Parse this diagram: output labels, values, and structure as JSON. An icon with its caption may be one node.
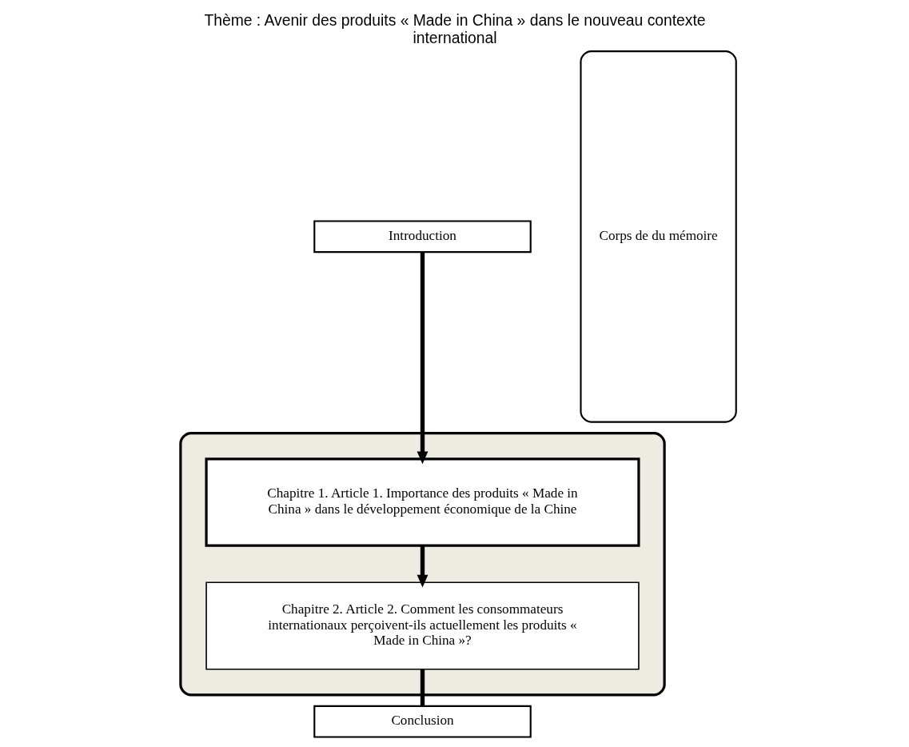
{
  "diagram": {
    "title": "Thème : Avenir des produits « Made in China » dans le nouveau contexte international",
    "nodes": [
      {
        "text": [
          "Introduction"
        ]
      },
      {
        "text": [],
        "shape": "box"
      },
      {
        "text": [
          "Chapitre 1. Article 1. Importance des produits « Made in China » dans le développement économique de la Chine"
        ],
        "in": 1
      },
      {
        "text": [
          "Chapitre 2. Article 2. Comment les consommateurs internationaux perçoivent-ils actuellement les produits « Made in China »?"
        ],
        "in": 1
      },
      {
        "text": [
          "Conclusion"
        ]
      },
      {
        "text": [
          "Corps de du mémoire"
        ]
      }
    ],
    "edges": [
      {
        "from": 0,
        "to": 2,
        "arrow": "to"
      },
      {
        "from": 2,
        "to": 3,
        "arrow": "to"
      },
      {
        "from": 3,
        "to": 4,
        "arrow": "none"
      }
    ]
  }
}
